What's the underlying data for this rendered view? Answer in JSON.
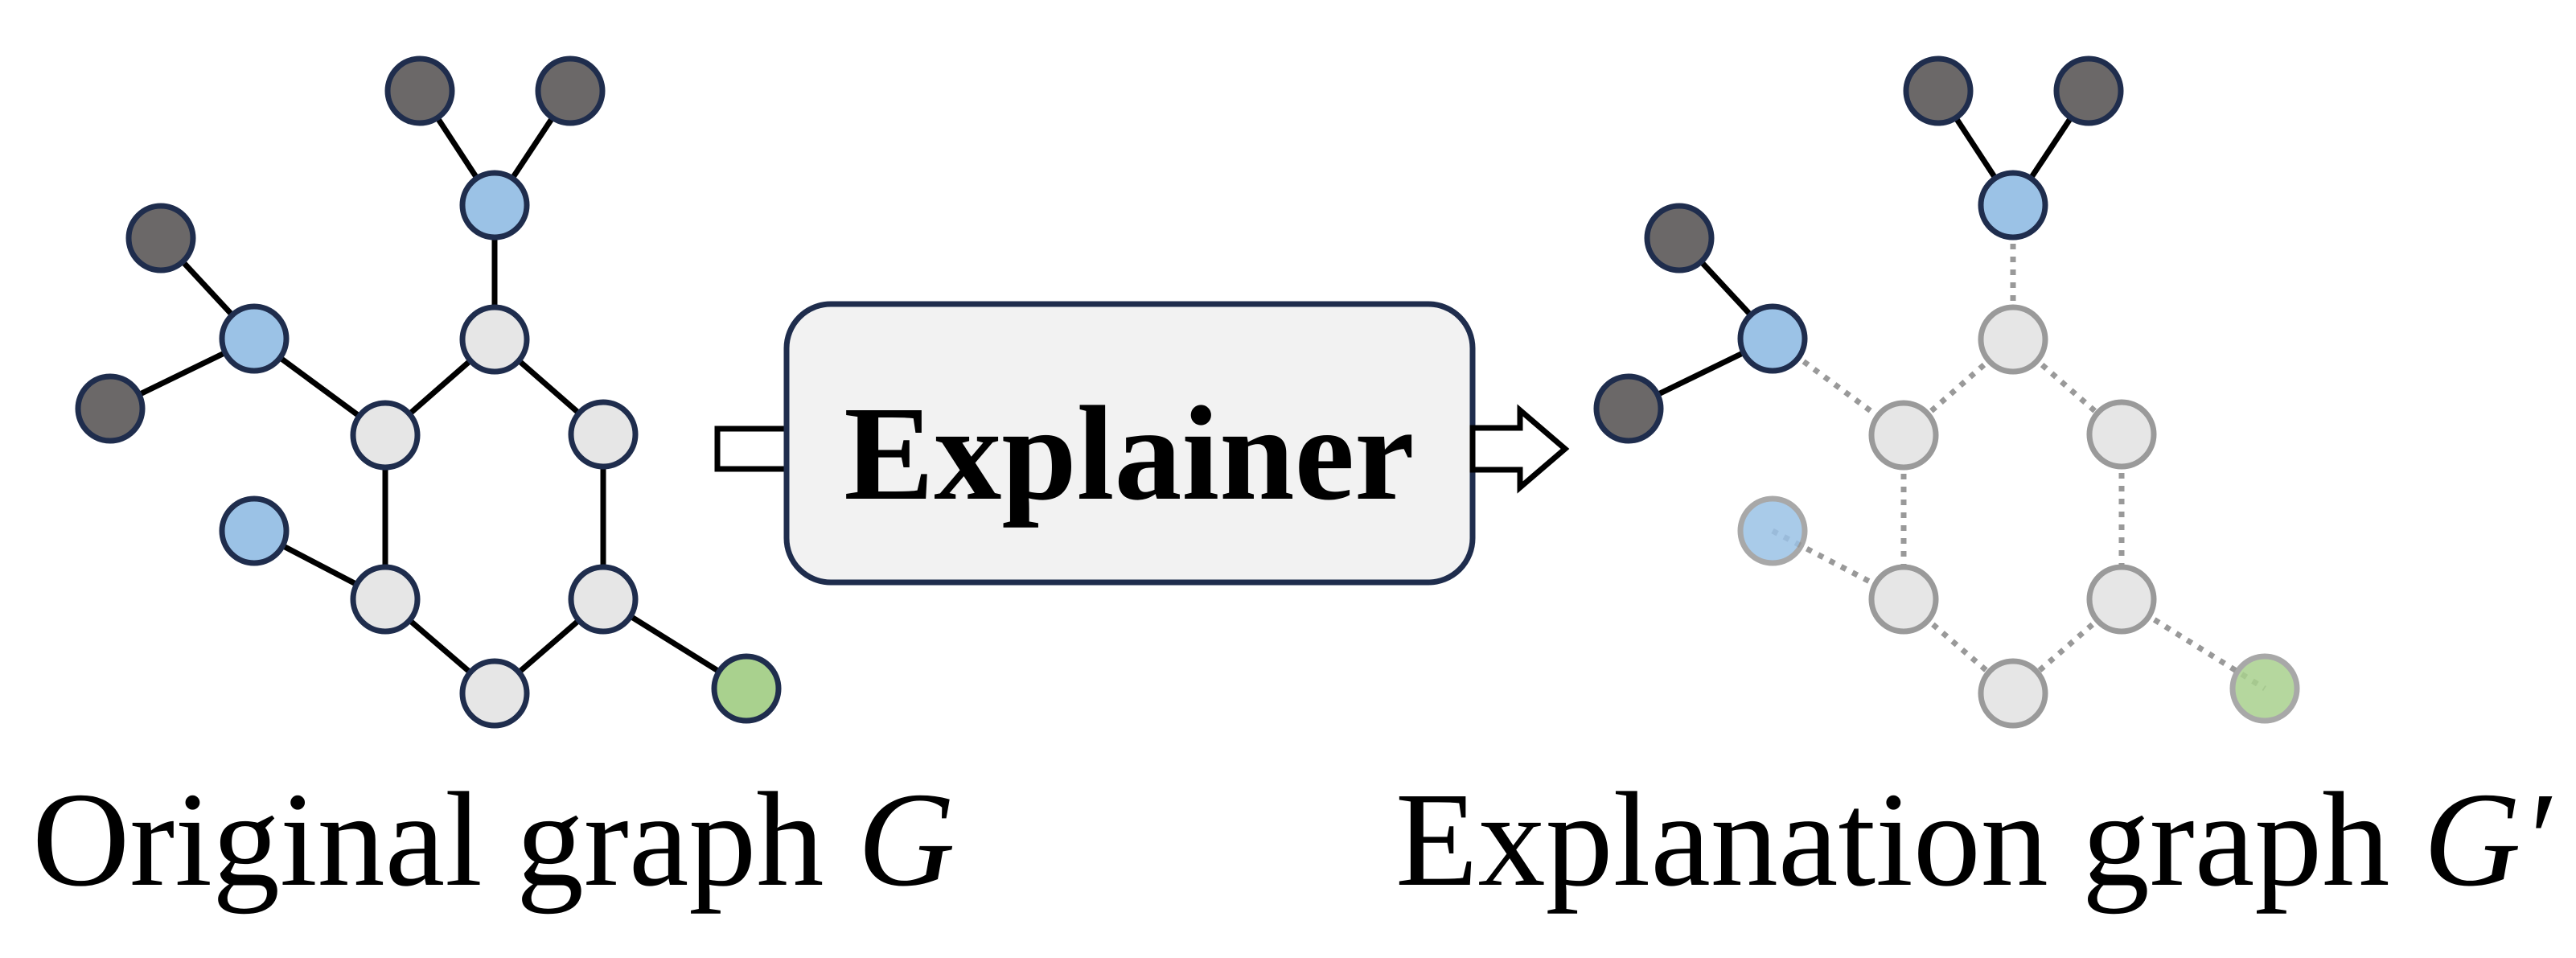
{
  "explainer": {
    "label": "Explainer"
  },
  "captions": {
    "original": {
      "text": "Original graph",
      "symbol": "G"
    },
    "explanation": {
      "text": "Explanation graph",
      "symbol": "G′"
    }
  },
  "colors": {
    "dark_node": "#6b6868",
    "blue_node": "#9bc2e6",
    "gray_node": "#e6e6e6",
    "green_node": "#a9d18e",
    "outline": "#1f2d4d",
    "faded_outline": "#9a9a9a",
    "edge": "#000000",
    "dotted_edge": "#999999",
    "box_fill": "#f2f2f2"
  },
  "graph": {
    "nodes": [
      {
        "id": "d1",
        "kind": "dark"
      },
      {
        "id": "d2",
        "kind": "dark"
      },
      {
        "id": "b1",
        "kind": "blue"
      },
      {
        "id": "d3",
        "kind": "dark"
      },
      {
        "id": "b2",
        "kind": "blue"
      },
      {
        "id": "d4",
        "kind": "dark"
      },
      {
        "id": "g1",
        "kind": "gray"
      },
      {
        "id": "g2",
        "kind": "gray"
      },
      {
        "id": "g3",
        "kind": "gray"
      },
      {
        "id": "b3",
        "kind": "blue"
      },
      {
        "id": "g4",
        "kind": "gray"
      },
      {
        "id": "g5",
        "kind": "gray"
      },
      {
        "id": "g6",
        "kind": "gray"
      },
      {
        "id": "gr1",
        "kind": "green"
      }
    ],
    "edges": [
      {
        "from": "d1",
        "to": "b1",
        "kept": true
      },
      {
        "from": "d2",
        "to": "b1",
        "kept": true
      },
      {
        "from": "b1",
        "to": "g1",
        "kept": false
      },
      {
        "from": "d3",
        "to": "b2",
        "kept": true
      },
      {
        "from": "d4",
        "to": "b2",
        "kept": true
      },
      {
        "from": "b2",
        "to": "g2",
        "kept": false
      },
      {
        "from": "g1",
        "to": "g2",
        "kept": false
      },
      {
        "from": "g1",
        "to": "g3",
        "kept": false
      },
      {
        "from": "g2",
        "to": "g4",
        "kept": false
      },
      {
        "from": "g3",
        "to": "g5",
        "kept": false
      },
      {
        "from": "g4",
        "to": "g6",
        "kept": false
      },
      {
        "from": "g5",
        "to": "g6",
        "kept": false
      },
      {
        "from": "b3",
        "to": "g4",
        "kept": false
      },
      {
        "from": "g5",
        "to": "gr1",
        "kept": false
      }
    ]
  }
}
